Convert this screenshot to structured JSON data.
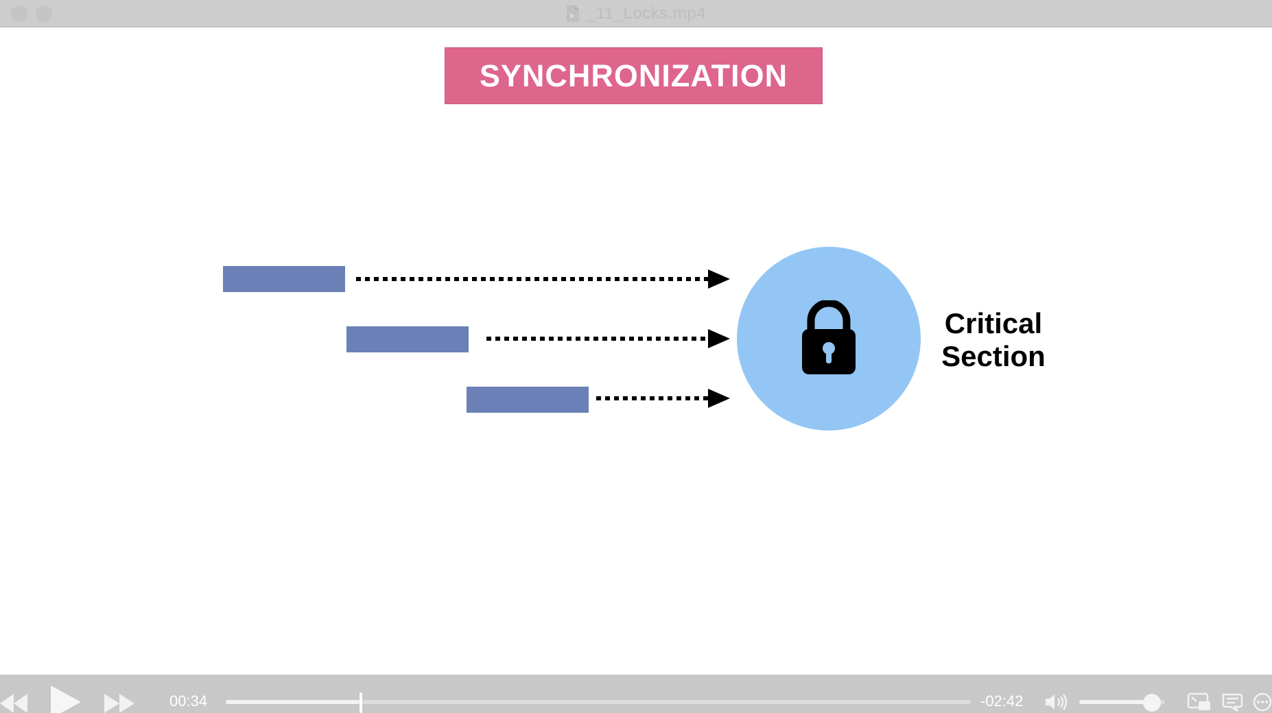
{
  "window": {
    "title": "_11_Locks.mp4",
    "title_icon": "file-icon"
  },
  "slide": {
    "banner_text": "SYNCHRONIZATION",
    "critical_section_label_line1": "Critical",
    "critical_section_label_line2": "Section",
    "lock_icon": "padlock-icon"
  },
  "player": {
    "elapsed": "00:34",
    "remaining": "-02:42",
    "progress_fraction": 0.18,
    "volume_fraction": 0.85,
    "buttons": [
      "rewind-icon",
      "play-icon",
      "fast-forward-icon",
      "volume-icon",
      "picture-in-picture-icon",
      "subtitles-icon",
      "more-icon"
    ]
  },
  "colors": {
    "banner_bg": "#de658b",
    "thread_bar": "#6b80b7",
    "circle": "#93c6f4",
    "titlebar": "#cdcdcd",
    "controlbar": "#c8c8c8"
  }
}
